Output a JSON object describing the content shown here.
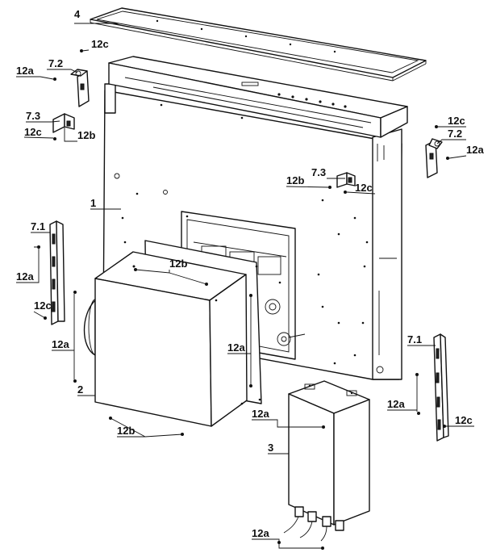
{
  "labels": {
    "l4": "4",
    "l12c_top": "12c",
    "l12a_tl": "12a",
    "l72_left": "7.2",
    "l73_left": "7.3",
    "l12c_left": "12c",
    "l12b_left": "12b",
    "l12c_right": "12c",
    "l72_right": "7.2",
    "l12a_right": "12a",
    "l73_mid": "7.3",
    "l12b_mid": "12b",
    "l12c_mid": "12c",
    "l1": "1",
    "l71_left": "7.1",
    "l12a_left_bracket": "12a",
    "l12c_left_bracket": "12c",
    "l12b_box_top": "12b",
    "l12a_box_left": "12a",
    "l12a_box_right": "12a",
    "l2": "2",
    "l12b_box_bottom": "12b",
    "l71_right": "7.1",
    "l12a_right_bracket": "12a",
    "l12c_right_bracket": "12c",
    "l12a_pcb_top": "12a",
    "l3": "3",
    "l12a_pcb_bottom": "12a"
  }
}
